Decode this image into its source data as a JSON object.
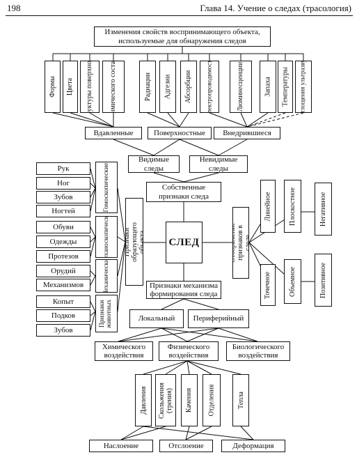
{
  "page": {
    "number": "198",
    "chapter": "Глава 14. Учение о следах (трасология)"
  },
  "diagram": {
    "top": "Изменения свойств воспринимающего объекта, используемые для обнаружения следов",
    "properties": [
      "Формы",
      "Цвета",
      "Структуры поверхности",
      "Химического состава",
      "Радиации",
      "Адгезии",
      "Абсорбции",
      "Электропроводимости",
      "Люминесценции",
      "Запаха",
      "Температуры",
      "Поглощения ультразвука"
    ],
    "depth": [
      "Вдавленные",
      "Поверхностные",
      "Внедрившиеся"
    ],
    "visible": "Видимые следы",
    "invisible": "Невидимые следы",
    "own": "Собственные признаки следа",
    "center": "СЛЕД",
    "mechanism": "Признаки механизма формирования следа",
    "object_features": "Признаки образующего объекта",
    "display": "Отображение признаков в следе",
    "groups": [
      "Гомоскопические",
      "Механоскопические",
      "Механические",
      "Признаки животных"
    ],
    "g1": [
      "Рук",
      "Ног",
      "Зубов",
      "Ногтей"
    ],
    "g2": [
      "Обуви",
      "Одежды",
      "Протезов"
    ],
    "g3": [
      "Орудий",
      "Механизмов"
    ],
    "g4": [
      "Копыт",
      "Подков",
      "Зубов"
    ],
    "shape1": [
      "Линейное",
      "Точечное"
    ],
    "shape2": [
      "Плоскостное",
      "Объемное"
    ],
    "polarity": [
      "Негативное",
      "Позитивное"
    ],
    "locality": [
      "Локальный",
      "Периферийный"
    ],
    "influence": [
      "Химического воздействия",
      "Физического воздействия",
      "Биологического воздействия"
    ],
    "physical": [
      "Давления",
      "Скольжения (трения)",
      "Качения",
      "Отделения",
      "Тепла"
    ],
    "results": [
      "Наслоение",
      "Отслоение",
      "Деформация"
    ]
  }
}
